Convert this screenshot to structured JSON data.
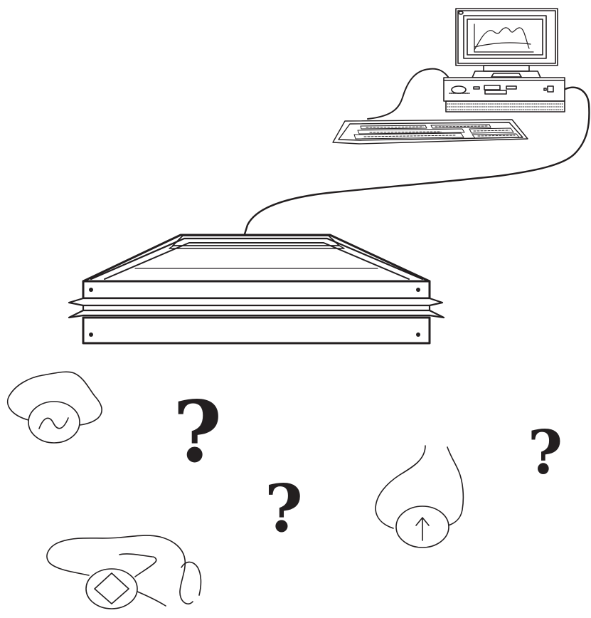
{
  "diagram": {
    "question_marks": [
      "?",
      "?",
      "?"
    ],
    "components": [
      {
        "id": "computer",
        "icon": "desktop-computer-icon"
      },
      {
        "id": "keyboard",
        "icon": "keyboard-icon"
      },
      {
        "id": "acquisition-unit",
        "icon": "rack-unit-icon"
      },
      {
        "id": "probe-ac",
        "icon": "sine-wave-probe-icon"
      },
      {
        "id": "probe-dc",
        "icon": "arrow-up-probe-icon"
      },
      {
        "id": "probe-digital",
        "icon": "diamond-probe-icon"
      }
    ]
  },
  "colors": {
    "ink": "#231f20",
    "background": "#ffffff"
  }
}
